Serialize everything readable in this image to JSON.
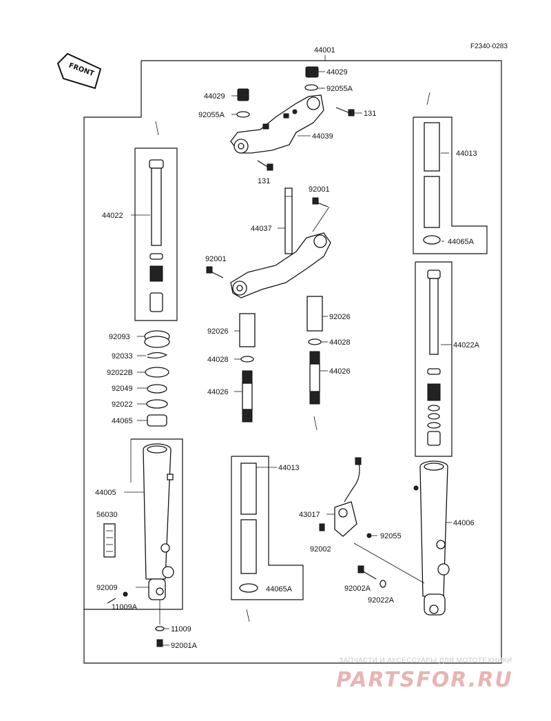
{
  "diagram_ref": "F2340-0283",
  "front_label": "FRONT",
  "labels": {
    "l44001": "44001",
    "l44029a": "44029",
    "l92055Aa": "92055A",
    "l44029b": "44029",
    "l92055Ab": "92055A",
    "l131a": "131",
    "l44039": "44039",
    "l131b": "131",
    "l44013a": "44013",
    "l44065Aa": "44065A",
    "l44022": "44022",
    "l92001a": "92001",
    "l44037": "44037",
    "l92001b": "92001",
    "l92093": "92093",
    "l92033": "92033",
    "l92022B": "92022B",
    "l92049": "92049",
    "l92022": "92022",
    "l44065": "44065",
    "l92026a": "92026",
    "l44028a": "44028",
    "l44026a": "44026",
    "l92026b": "92026",
    "l44028b": "44028",
    "l44026b": "44026",
    "l44022A": "44022A",
    "l44005": "44005",
    "l56030": "56030",
    "l44013b": "44013",
    "l44065Ab": "44065A",
    "l43017": "43017",
    "l92002": "92002",
    "l92055": "92055",
    "l44006": "44006",
    "l92002A": "92002A",
    "l92022A": "92022A",
    "l92009": "92009",
    "l11009A": "11009A",
    "l11009": "11009",
    "l92001A": "92001A"
  },
  "watermark": {
    "top_text": "ЗАПЧАСТИ И АКСЕССУАРЫ ДЛЯ МОТОТЕХНИКИ",
    "logo_text": "PARTSFOR.RU"
  },
  "colors": {
    "ink": "#111111",
    "watermark_logo": "#e8b4b4",
    "watermark_text": "#c9c9c9"
  }
}
